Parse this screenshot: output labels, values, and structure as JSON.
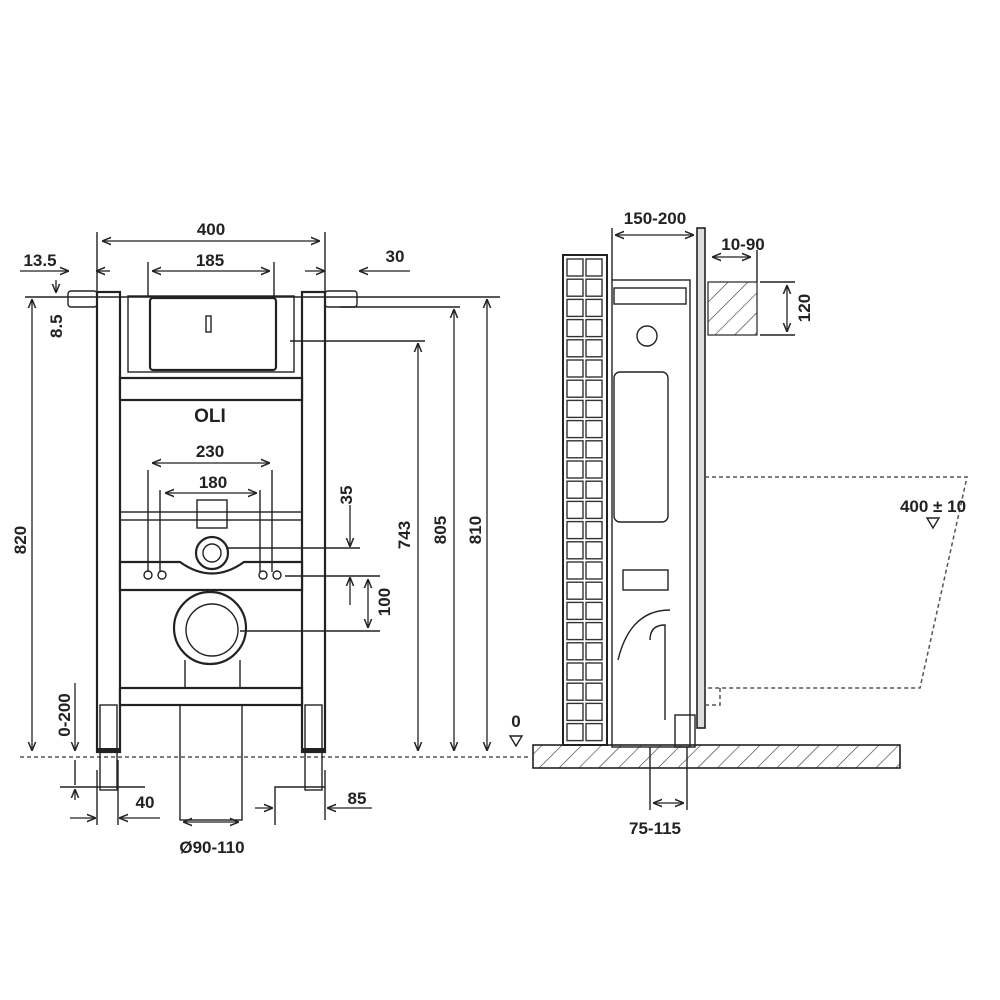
{
  "front_view": {
    "brand_label": "OLI",
    "dims": {
      "width_total": "400",
      "plate_width": "185",
      "left_offset": "13.5",
      "right_offset": "30",
      "top_offset": "8.5",
      "frame_height": "820",
      "fixing_outer": "230",
      "fixing_inner": "180",
      "supply_offset": "35",
      "waste_offset": "100",
      "h_743": "743",
      "h_805": "805",
      "h_810": "810",
      "leg_adjust": "0-200",
      "leg_width": "40",
      "foot_offset": "85",
      "pipe_diameter": "Ø90-110"
    }
  },
  "side_view": {
    "dims": {
      "frame_depth": "150-200",
      "panel_gap": "10-90",
      "plate_height": "120",
      "seat_height": "400 ± 10",
      "floor_level": "0",
      "waste_offset": "75-115"
    }
  }
}
